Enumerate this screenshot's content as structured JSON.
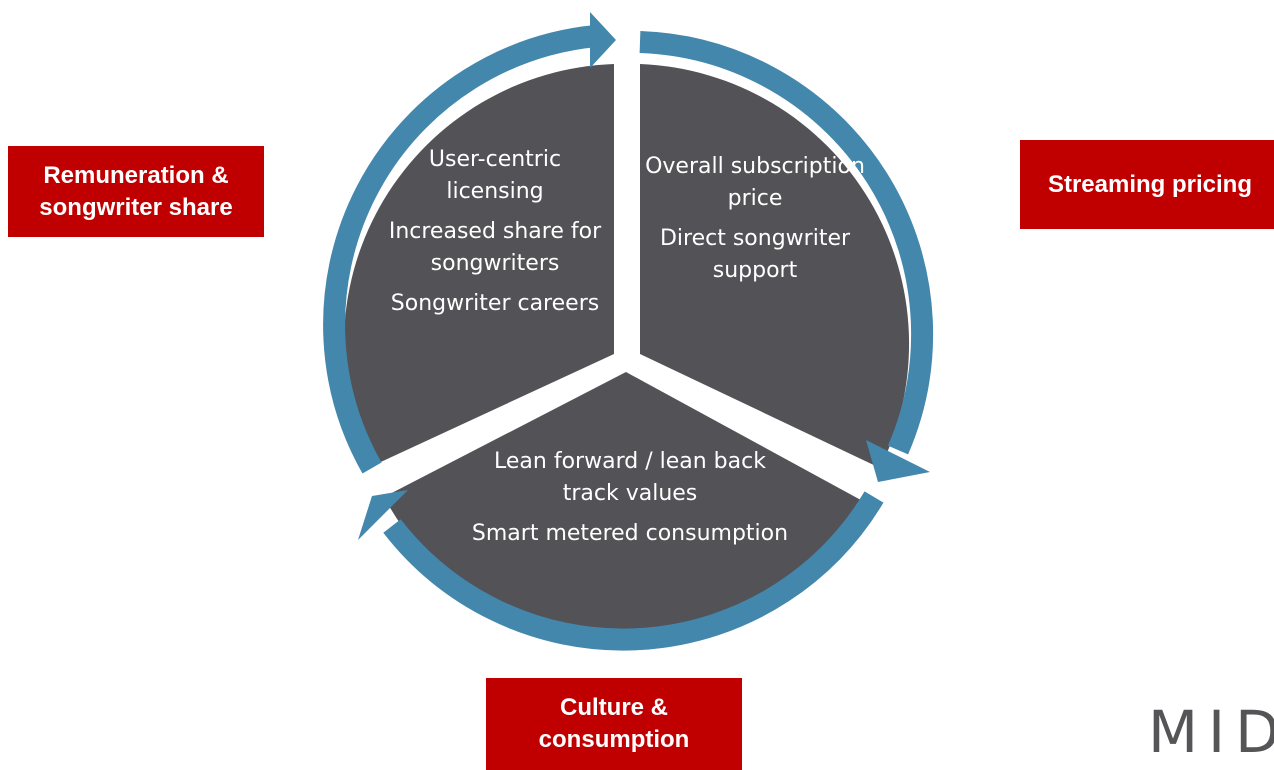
{
  "colors": {
    "segment_fill": "#525257",
    "ring": "#4387ad",
    "label_box": "#c00000",
    "text": "#ffffff"
  },
  "labels": {
    "remuneration": [
      "Remuneration &",
      "songwriter share"
    ],
    "streaming": [
      "Streaming pricing"
    ],
    "culture": [
      "Culture &",
      "consumption"
    ]
  },
  "segments": {
    "left": [
      "User-centric licensing",
      "Increased share for songwriters",
      "Songwriter careers"
    ],
    "right": [
      "Overall subscription price",
      "Direct songwriter support"
    ],
    "bottom": [
      "Lean forward / lean back track values",
      "Smart metered consumption"
    ]
  },
  "watermark": "MIDiA"
}
